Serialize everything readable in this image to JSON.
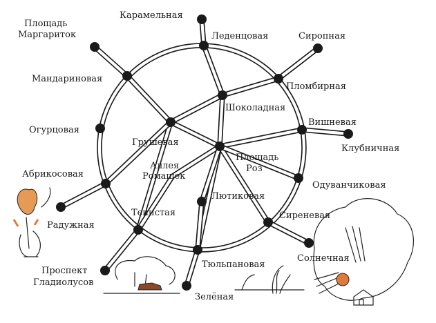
{
  "map": {
    "labels": {
      "karamelnaya": "Карамельная",
      "ploshchad_margaritok_1": "Площадь",
      "ploshchad_margaritok_2": "Маргариток",
      "ledentsovaya": "Леденцовая",
      "siropnaya": "Сиропная",
      "mandarinovaya": "Мандариновая",
      "plombirnaya": "Пломбирная",
      "shokoladnaya": "Шоколадная",
      "ogurtsovaya": "Огурцовая",
      "vishnevaya": "Вишневая",
      "grushevaya": "Грушевая",
      "klubnichnaya": "Клубничная",
      "alleya_romashek_1": "Аллея",
      "alleya_romashek_2": "Ромашек",
      "ploshchad_roz_1": "Площадь",
      "ploshchad_roz_2": "Роз",
      "abrikosovaya": "Абрикосовая",
      "oduvanchikovaya": "Одуванчиковая",
      "lyutikovaya": "Лютиковая",
      "raduzhnaya": "Радужная",
      "tenistaya": "Тенистая",
      "sirenevaya": "Сиреневая",
      "solnechnaya": "Солнечная",
      "prospekt_gladiolusov_1": "Проспект",
      "prospekt_gladiolusov_2": "Гладиолусов",
      "tyulpanovaya": "Тюльпановая",
      "zelenaya": "Зелёная"
    }
  }
}
